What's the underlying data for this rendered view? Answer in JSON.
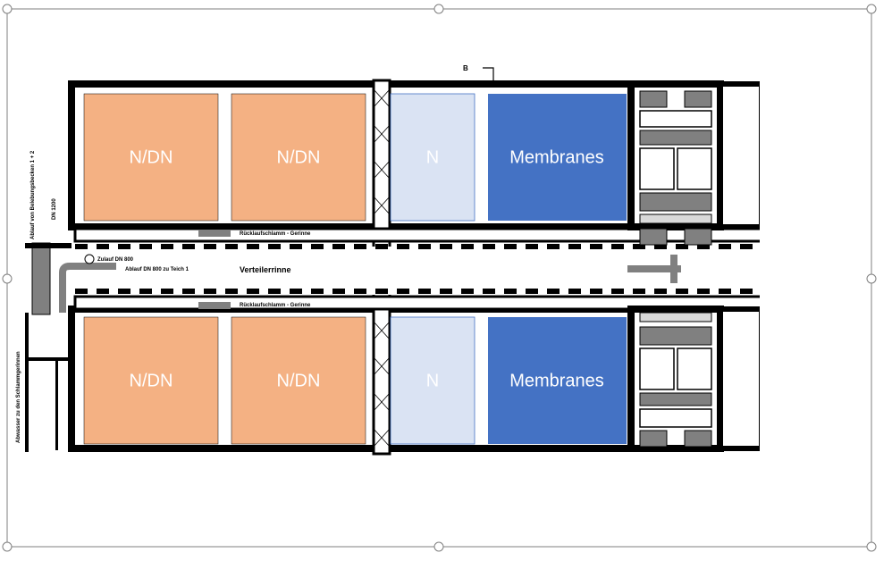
{
  "diagram": {
    "colors": {
      "ndn": "#F4B183",
      "n": "#DAE3F3",
      "membranes": "#4472C4",
      "wall": "#000000",
      "grey": "#808080",
      "selection": "#7F7F7F"
    },
    "top_row": {
      "zone1": "N/DN",
      "zone2": "N/DN",
      "zone3": "N",
      "zone4": "Membranes"
    },
    "bottom_row": {
      "zone1": "N/DN",
      "zone2": "N/DN",
      "zone3": "N",
      "zone4": "Membranes"
    },
    "section_marker": "B",
    "channel_label": "Verteilerrinne",
    "return_channel_top": "Rücklaufschlamm - Gerinne",
    "return_channel_bottom": "Rücklaufschlamm - Gerinne",
    "inlet_label": "Zulauf DN 800",
    "outlet_label": "Ablauf DN 800 zu Teich 1",
    "vertical_label_1": "Ablauf von Belebungsbecken 1 + 2",
    "vertical_label_2": "DN 1200",
    "vertical_label_3": "Abwasser zu den Schlammgerinnen"
  }
}
